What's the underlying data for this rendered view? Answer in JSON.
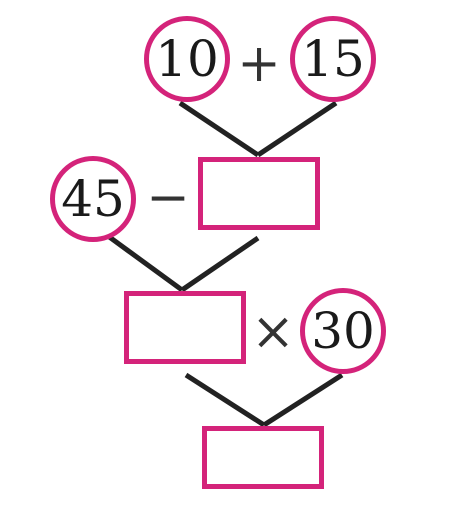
{
  "diagram": {
    "top_left_value": "10",
    "top_op": "+",
    "top_right_value": "15",
    "mid_left_value": "45",
    "mid_op": "−",
    "low_op": "×",
    "low_right_value": "30",
    "colors": {
      "accent": "#d4237a",
      "line": "#222222",
      "text": "#1a1a1a"
    }
  }
}
